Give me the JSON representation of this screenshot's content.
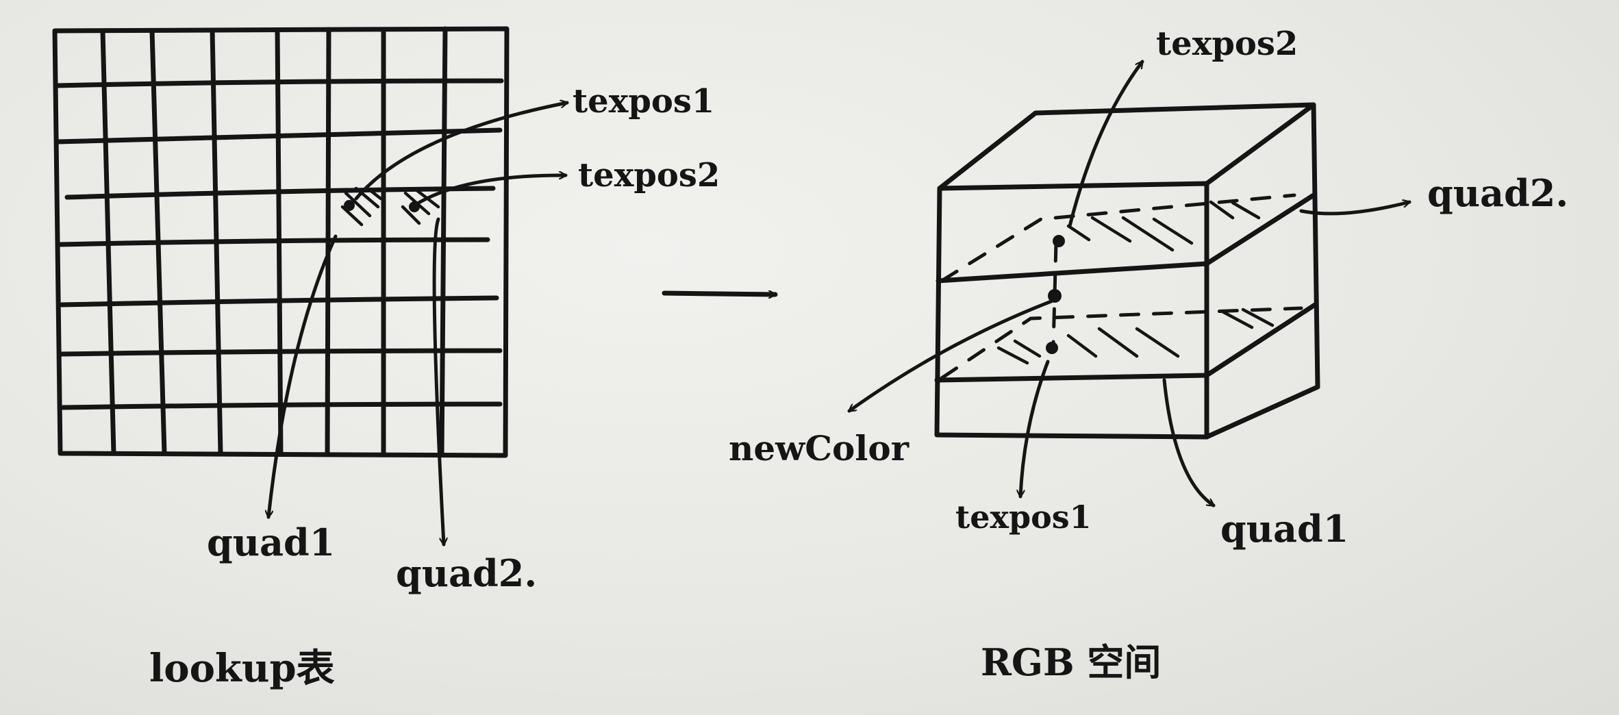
{
  "left_panel": {
    "caption": "lookup表",
    "labels": {
      "texpos1": "texpos1",
      "texpos2": "texpos2",
      "quad1": "quad1",
      "quad2": "quad2."
    }
  },
  "right_panel": {
    "caption": "RGB 空间",
    "labels": {
      "texpos2": "texpos2",
      "quad2": "quad2.",
      "newcolor": "newColor",
      "texpos1": "texpos1",
      "quad1": "quad1"
    }
  },
  "colors": {
    "ink": "#151515",
    "paper": "#eeeeeb"
  }
}
